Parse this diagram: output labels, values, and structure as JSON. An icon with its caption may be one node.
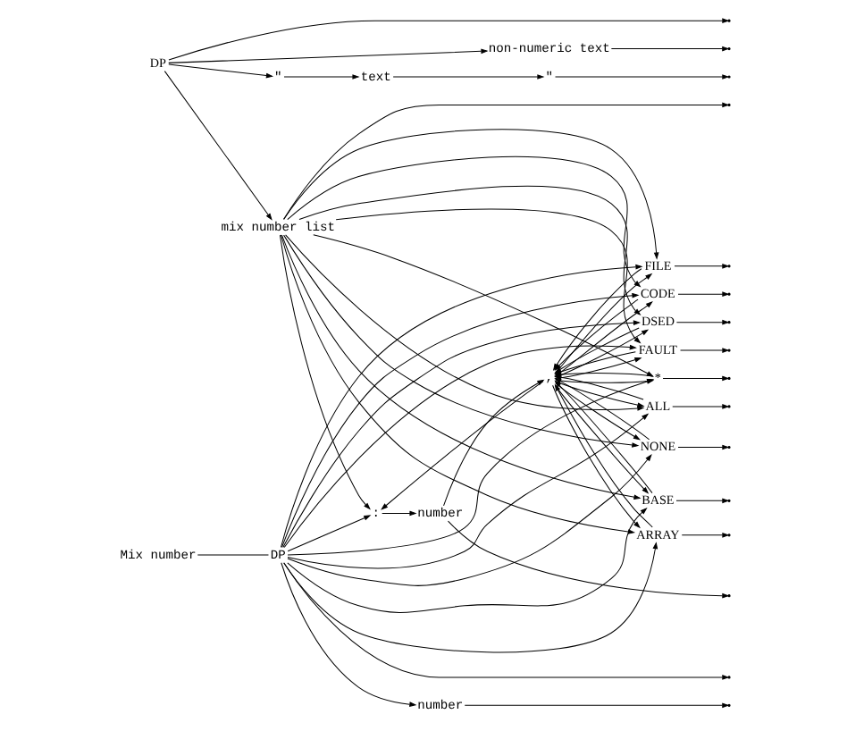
{
  "diagram": {
    "nodes": [
      {
        "text": [
          "DP"
        ]
      },
      {
        "text": [
          "non-numeric text"
        ]
      },
      {
        "text": [
          "\""
        ]
      },
      {
        "text": [
          "text"
        ]
      },
      {
        "text": [
          "\""
        ]
      },
      {
        "text": [
          "mix number list"
        ]
      },
      {
        "text": [
          ":"
        ]
      },
      {
        "text": [
          "number"
        ]
      },
      {
        "text": [
          ","
        ]
      },
      {
        "text": [
          "ALL"
        ]
      },
      {
        "text": [
          "NONE"
        ]
      },
      {
        "text": [
          "BASE"
        ]
      },
      {
        "text": [
          "ARRAY"
        ]
      },
      {
        "text": [
          "FILE"
        ]
      },
      {
        "text": [
          "CODE"
        ]
      },
      {
        "text": [
          "DSED"
        ]
      },
      {
        "text": [
          "FAULT"
        ]
      },
      {
        "text": [
          "*"
        ]
      },
      {
        "text": [
          "Mix number"
        ]
      },
      {
        "text": [
          "DP"
        ]
      },
      {
        "text": [
          "number"
        ]
      }
    ],
    "edges": [
      {
        "from": 0,
        "to": 1,
        "arrow": "to"
      },
      {
        "from": 0,
        "to": 2,
        "arrow": "to"
      },
      {
        "from": 0,
        "to": 5,
        "arrow": "to"
      },
      {
        "from": 0,
        "to": null,
        "arrow": "to"
      },
      {
        "from": 2,
        "to": 3,
        "arrow": "to"
      },
      {
        "from": 3,
        "to": 4,
        "arrow": "to"
      },
      {
        "from": 1,
        "to": null,
        "arrow": "to"
      },
      {
        "from": 4,
        "to": null,
        "arrow": "to"
      },
      {
        "from": 5,
        "to": null,
        "arrow": "to"
      },
      {
        "from": 5,
        "to": 6,
        "arrow": "to"
      },
      {
        "from": 5,
        "to": 9,
        "arrow": "to"
      },
      {
        "from": 5,
        "to": 10,
        "arrow": "to"
      },
      {
        "from": 5,
        "to": 11,
        "arrow": "to"
      },
      {
        "from": 5,
        "to": 12,
        "arrow": "to"
      },
      {
        "from": 5,
        "to": 13,
        "arrow": "to"
      },
      {
        "from": 5,
        "to": 14,
        "arrow": "to"
      },
      {
        "from": 5,
        "to": 15,
        "arrow": "to"
      },
      {
        "from": 5,
        "to": 16,
        "arrow": "to"
      },
      {
        "from": 5,
        "to": 17,
        "arrow": "to"
      },
      {
        "from": 6,
        "to": 7,
        "arrow": "to"
      },
      {
        "from": 7,
        "to": null,
        "arrow": "to"
      },
      {
        "from": 9,
        "to": null,
        "arrow": "to"
      },
      {
        "from": 10,
        "to": null,
        "arrow": "to"
      },
      {
        "from": 11,
        "to": null,
        "arrow": "to"
      },
      {
        "from": 12,
        "to": null,
        "arrow": "to"
      },
      {
        "from": 13,
        "to": null,
        "arrow": "to"
      },
      {
        "from": 14,
        "to": null,
        "arrow": "to"
      },
      {
        "from": 15,
        "to": null,
        "arrow": "to"
      },
      {
        "from": 16,
        "to": null,
        "arrow": "to"
      },
      {
        "from": 17,
        "to": null,
        "arrow": "to"
      },
      {
        "from": 7,
        "to": 8,
        "arrow": "to"
      },
      {
        "from": 9,
        "to": 8,
        "arrow": "to"
      },
      {
        "from": 10,
        "to": 8,
        "arrow": "to"
      },
      {
        "from": 11,
        "to": 8,
        "arrow": "to"
      },
      {
        "from": 12,
        "to": 8,
        "arrow": "to"
      },
      {
        "from": 13,
        "to": 8,
        "arrow": "to"
      },
      {
        "from": 14,
        "to": 8,
        "arrow": "to"
      },
      {
        "from": 15,
        "to": 8,
        "arrow": "to"
      },
      {
        "from": 16,
        "to": 8,
        "arrow": "to"
      },
      {
        "from": 17,
        "to": 8,
        "arrow": "to"
      },
      {
        "from": 8,
        "to": 6,
        "arrow": "to"
      },
      {
        "from": 8,
        "to": 9,
        "arrow": "to"
      },
      {
        "from": 8,
        "to": 10,
        "arrow": "to"
      },
      {
        "from": 8,
        "to": 11,
        "arrow": "to"
      },
      {
        "from": 8,
        "to": 12,
        "arrow": "to"
      },
      {
        "from": 8,
        "to": 13,
        "arrow": "to"
      },
      {
        "from": 8,
        "to": 14,
        "arrow": "to"
      },
      {
        "from": 8,
        "to": 15,
        "arrow": "to"
      },
      {
        "from": 8,
        "to": 16,
        "arrow": "to"
      },
      {
        "from": 8,
        "to": 17,
        "arrow": "to"
      },
      {
        "from": 18,
        "to": 19,
        "arrow": "none"
      },
      {
        "from": 19,
        "to": 6,
        "arrow": "to"
      },
      {
        "from": 19,
        "to": 9,
        "arrow": "to"
      },
      {
        "from": 19,
        "to": 10,
        "arrow": "to"
      },
      {
        "from": 19,
        "to": 11,
        "arrow": "to"
      },
      {
        "from": 19,
        "to": 12,
        "arrow": "to"
      },
      {
        "from": 19,
        "to": 13,
        "arrow": "to"
      },
      {
        "from": 19,
        "to": 14,
        "arrow": "to"
      },
      {
        "from": 19,
        "to": 15,
        "arrow": "to"
      },
      {
        "from": 19,
        "to": 16,
        "arrow": "to"
      },
      {
        "from": 19,
        "to": 17,
        "arrow": "to"
      },
      {
        "from": 19,
        "to": null,
        "arrow": "to"
      },
      {
        "from": 19,
        "to": 20,
        "arrow": "to"
      },
      {
        "from": 20,
        "to": null,
        "arrow": "to"
      }
    ]
  }
}
